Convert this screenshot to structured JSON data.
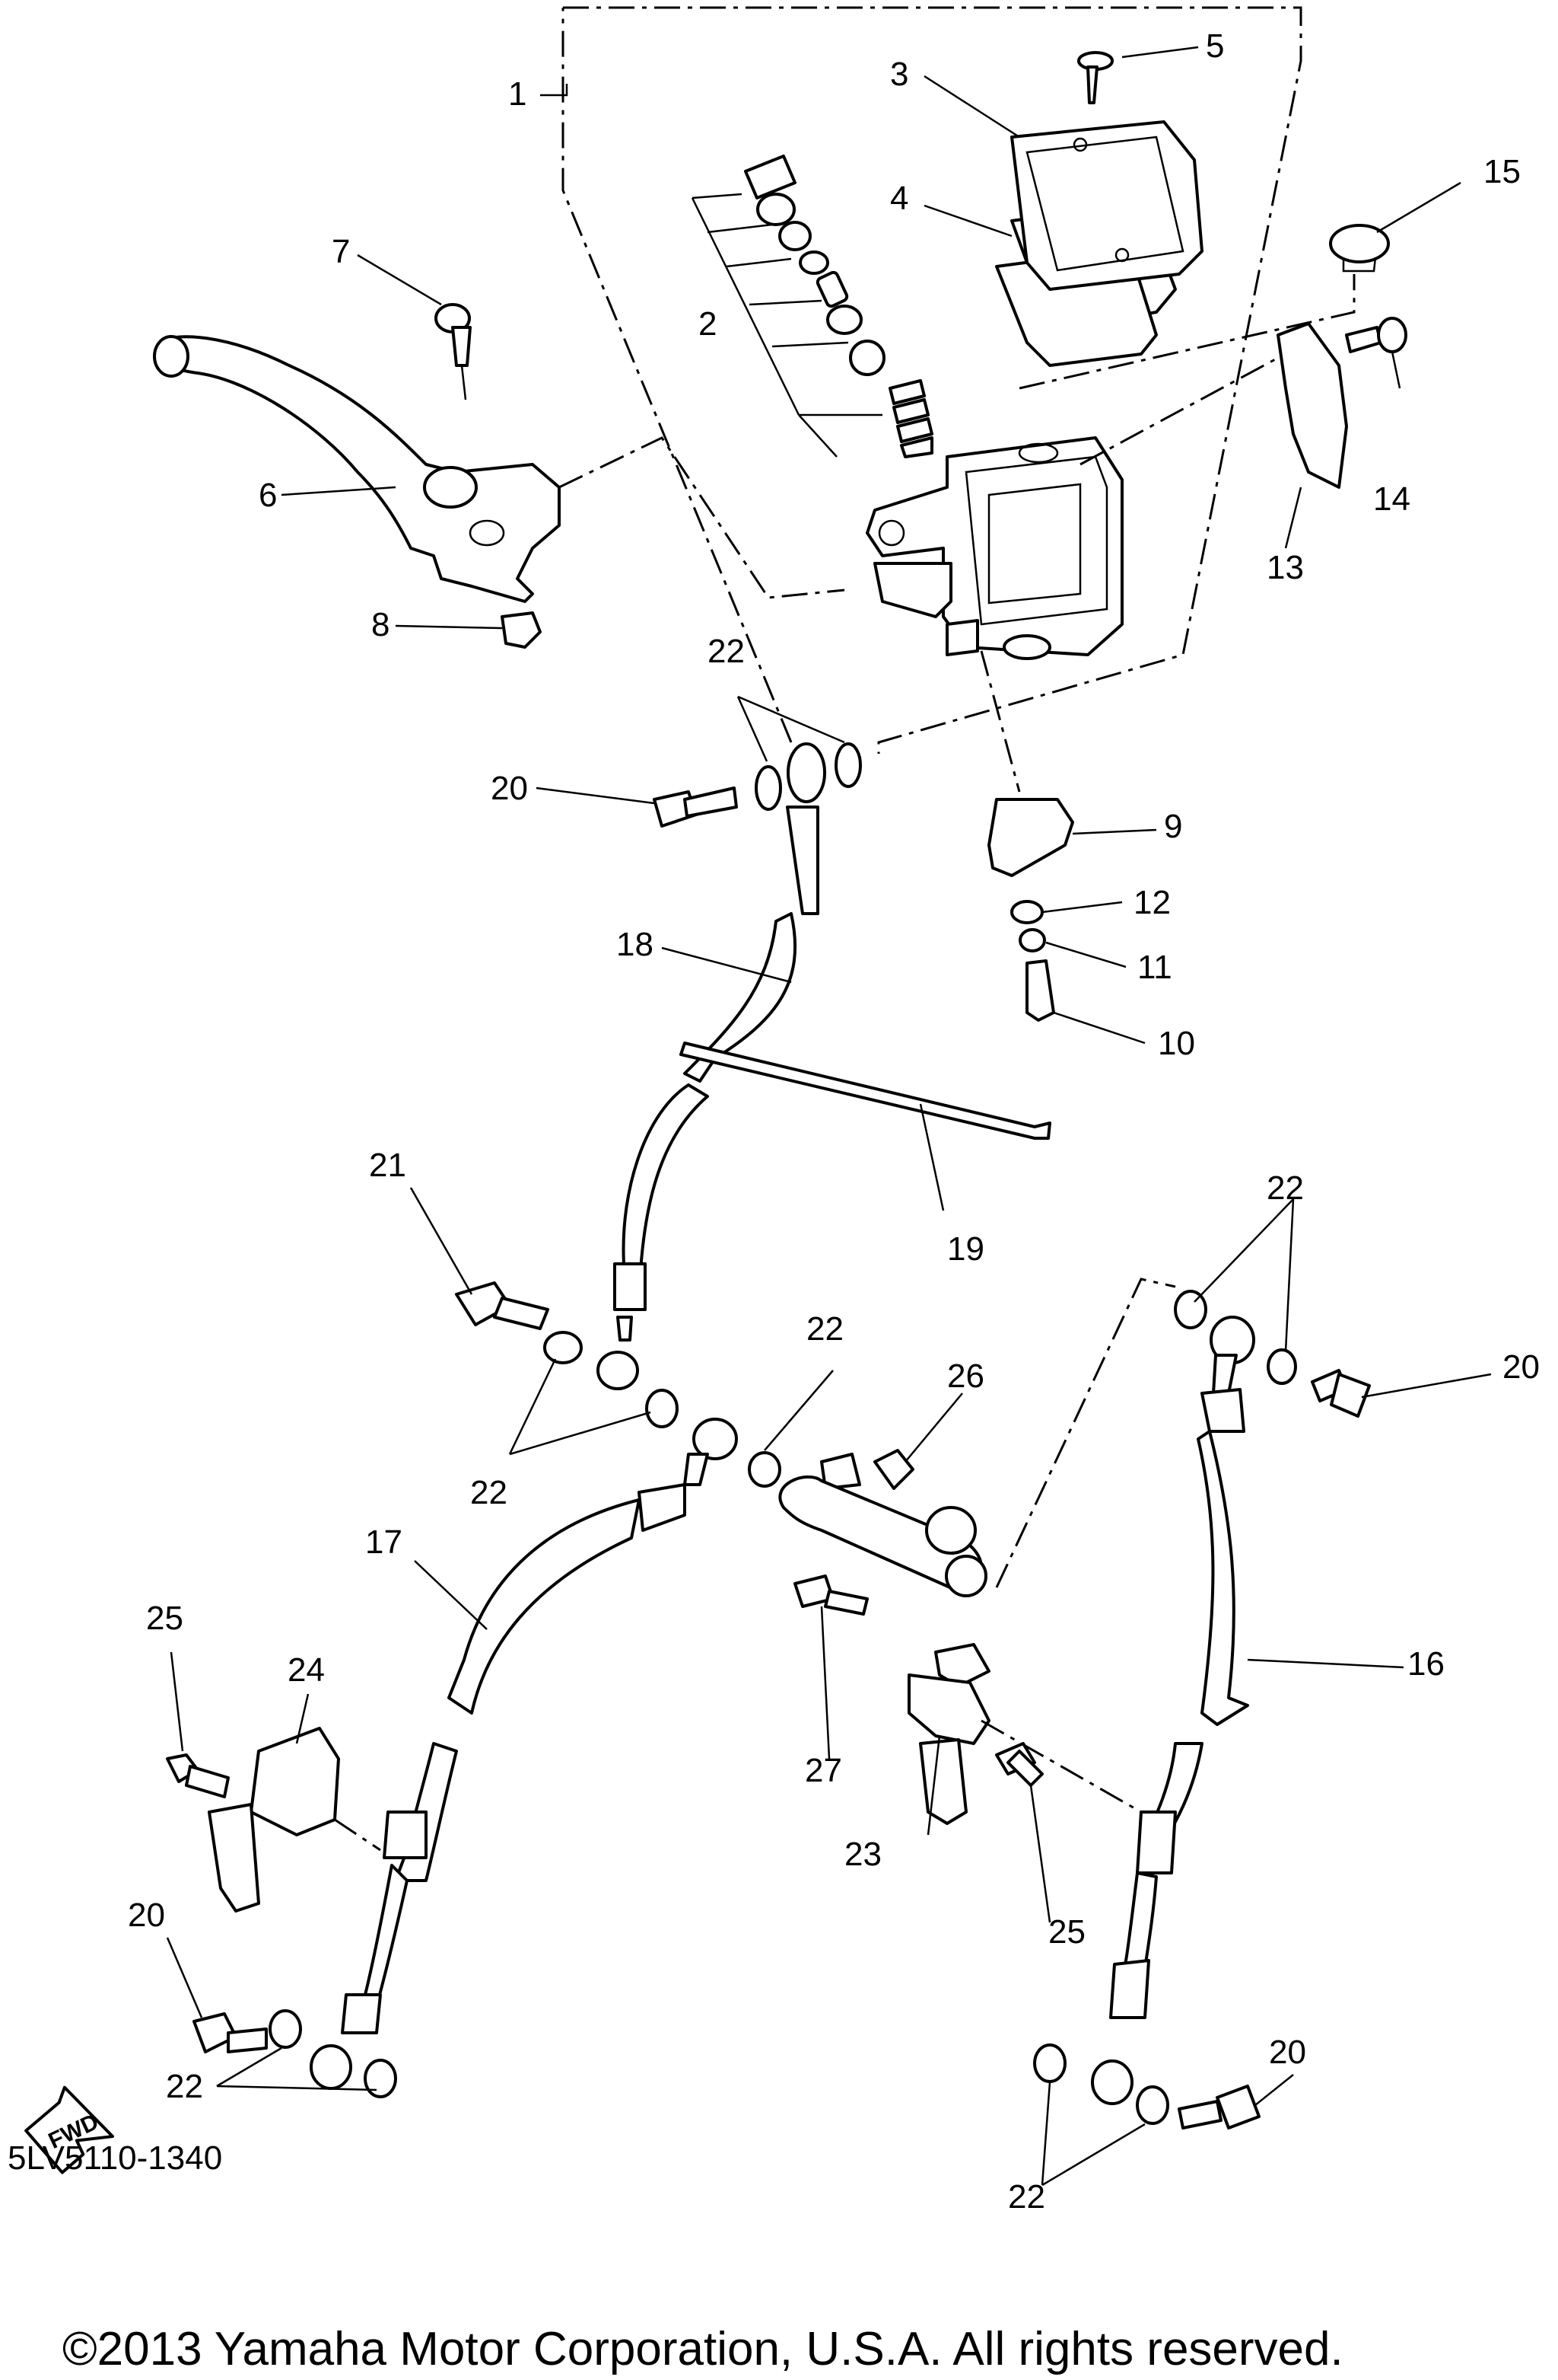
{
  "callouts": {
    "c1": "1",
    "c2": "2",
    "c3": "3",
    "c4": "4",
    "c5": "5",
    "c6": "6",
    "c7": "7",
    "c8": "8",
    "c9": "9",
    "c10": "10",
    "c11": "11",
    "c12": "12",
    "c13": "13",
    "c14": "14",
    "c15": "15",
    "c16": "16",
    "c17": "17",
    "c18": "18",
    "c19": "19",
    "c20a": "20",
    "c20b": "20",
    "c20c": "20",
    "c20d": "20",
    "c21": "21",
    "c22a": "22",
    "c22b": "22",
    "c22c": "22",
    "c22d": "22",
    "c22e": "22",
    "c22f": "22",
    "c23": "23",
    "c24": "24",
    "c25a": "25",
    "c25b": "25",
    "c26": "26",
    "c27": "27"
  },
  "fwd_badge": "FWD",
  "diagram_code": "5LV5110-1340",
  "copyright": "©2013 Yamaha Motor Corporation, U.S.A. All rights reserved.",
  "colors": {
    "ink": "#000000",
    "paper": "#ffffff"
  }
}
